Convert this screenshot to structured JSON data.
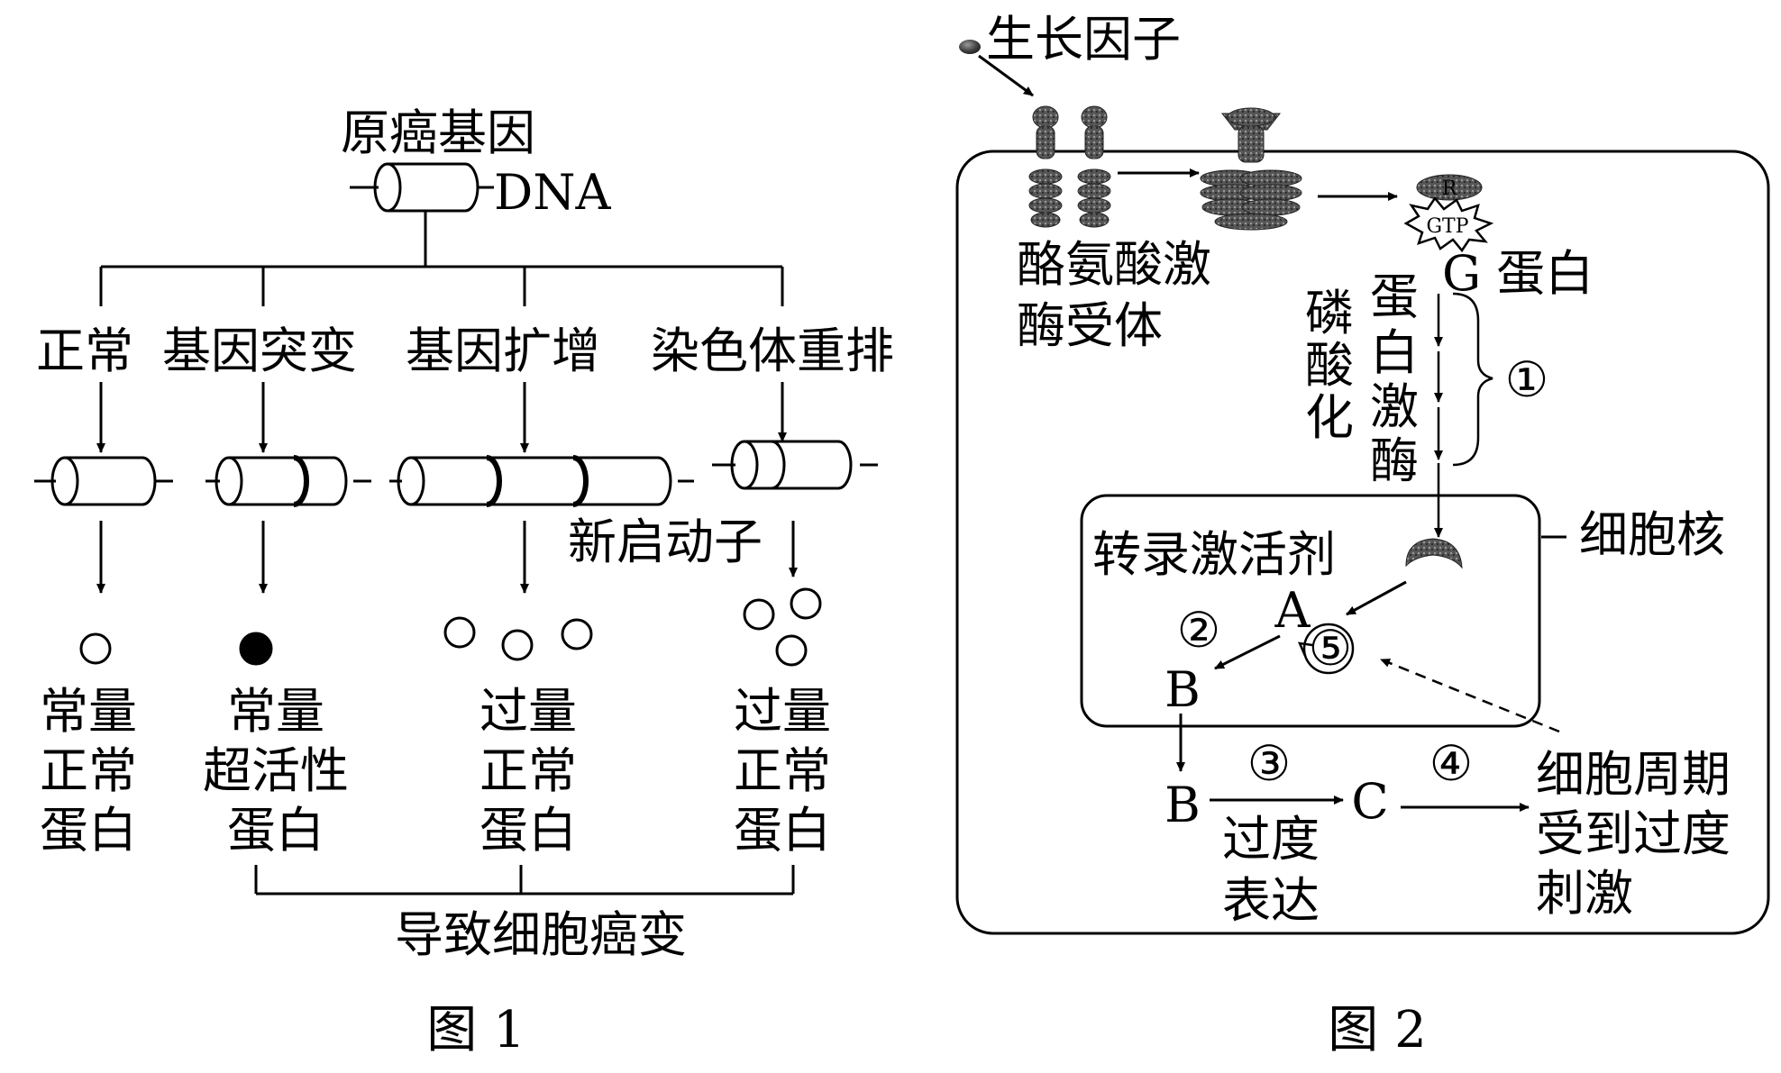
{
  "figure1": {
    "caption": "图 1",
    "top_gene_label": "原癌基因",
    "dna_label": "DNA",
    "branches": [
      {
        "label": "正常",
        "protein_lines": [
          "常量",
          "正常",
          "蛋白"
        ]
      },
      {
        "label": "基因突变",
        "protein_lines": [
          "常量",
          "超活性",
          "蛋白"
        ]
      },
      {
        "label": "基因扩增",
        "protein_lines": [
          "过量",
          "正常",
          "蛋白"
        ]
      },
      {
        "label": "染色体重排",
        "protein_lines": [
          "过量",
          "正常",
          "蛋白"
        ]
      }
    ],
    "new_promoter_label": "新启动子",
    "outcome_label": "导致细胞癌变"
  },
  "figure2": {
    "caption": "图 2",
    "growth_factor_label": "生长因子",
    "receptor_label_lines": [
      "酪氨酸激",
      "酶受体"
    ],
    "r_label": "R",
    "gtp_label": "GTP",
    "g_protein_label": "G 蛋白",
    "phosphorylation_label": [
      "磷",
      "酸",
      "化"
    ],
    "protein_kinase_label": [
      "蛋",
      "白",
      "激",
      "酶"
    ],
    "step1": "①",
    "nucleus_label": "细胞核",
    "transcription_activator_label": "转录激活剂",
    "node_a": "A",
    "node_b": "B",
    "node_b2": "B",
    "node_c": "C",
    "step2": "②",
    "step3": "③",
    "step4": "④",
    "step5": "⑤",
    "overexpression_lines": [
      "过度",
      "表达"
    ],
    "cell_cycle_lines": [
      "细胞周期",
      "受到过度",
      "刺激"
    ]
  },
  "colors": {
    "ink": "#000000",
    "background": "#ffffff",
    "protein_dark": "#3a3a3a"
  }
}
